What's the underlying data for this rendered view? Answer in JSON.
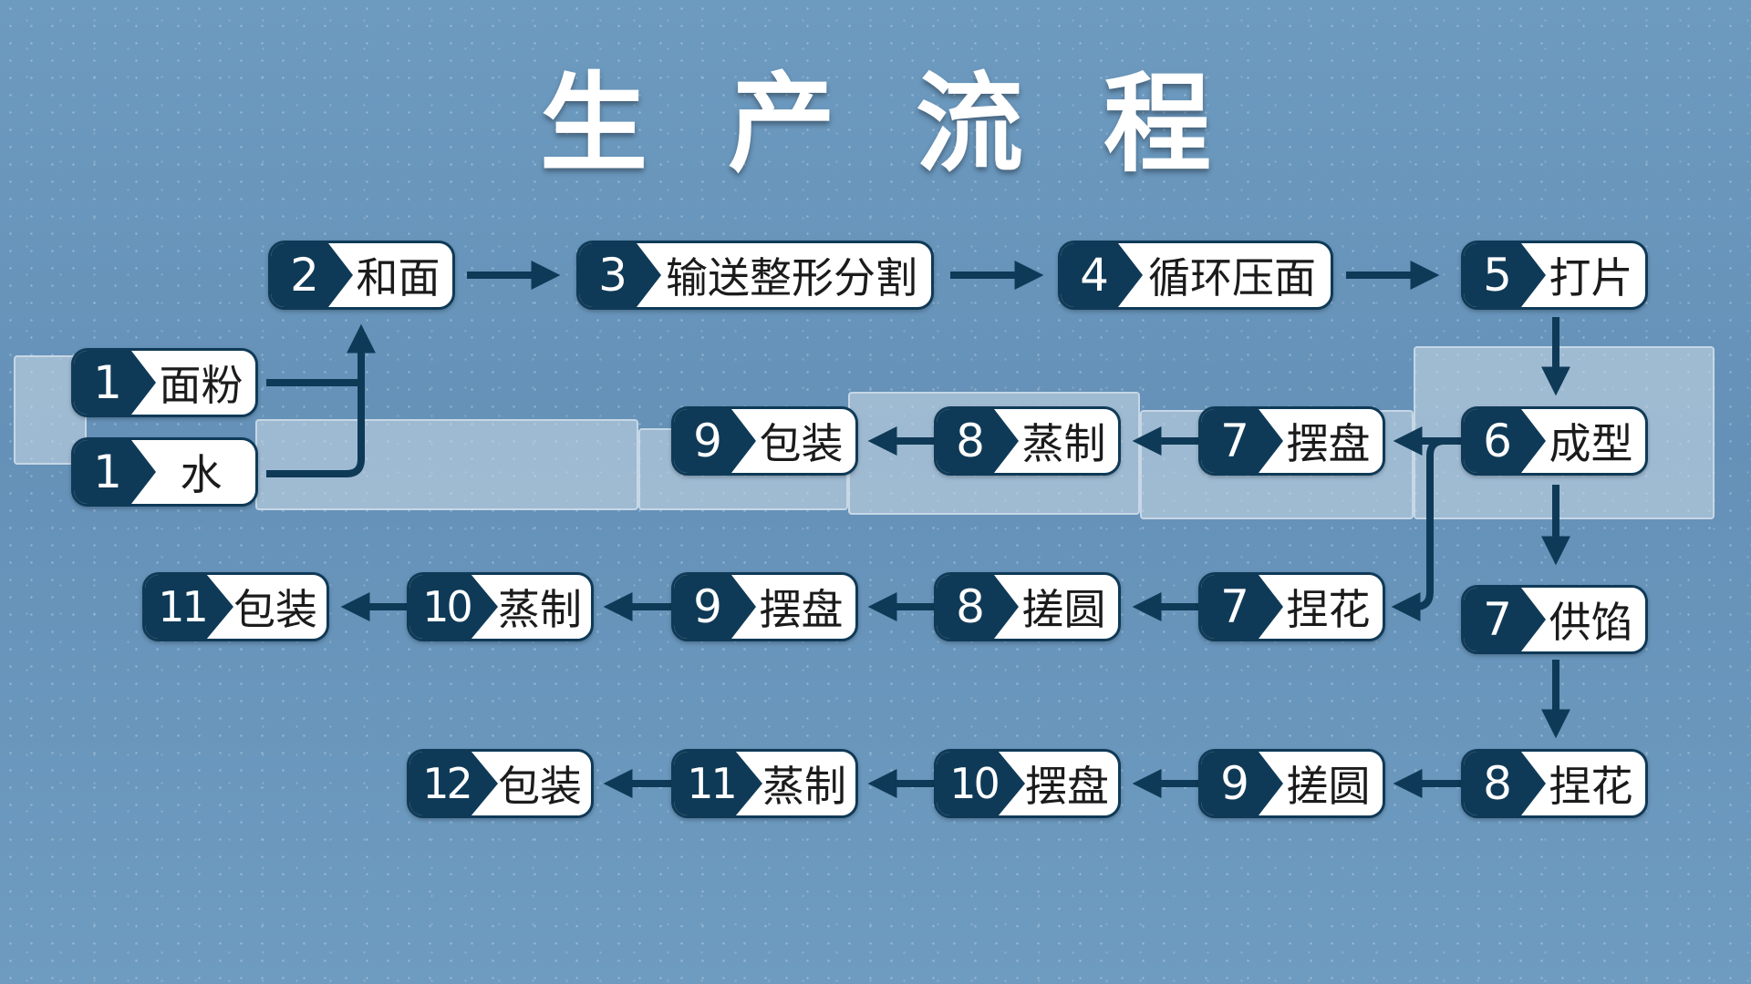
{
  "title": [
    "生",
    "产",
    "流",
    "程"
  ],
  "colors": {
    "node_dark": "#0f3a57",
    "node_fill": "#ffffff",
    "arrow": "#0f3a57"
  },
  "nodes": [
    {
      "id": "flour",
      "num": "1",
      "label": "面粉"
    },
    {
      "id": "water",
      "num": "1",
      "label": "水"
    },
    {
      "id": "mix",
      "num": "2",
      "label": "和面"
    },
    {
      "id": "convey",
      "num": "3",
      "label": "输送整形分割"
    },
    {
      "id": "press",
      "num": "4",
      "label": "循环压面"
    },
    {
      "id": "sheet",
      "num": "5",
      "label": "打片"
    },
    {
      "id": "form",
      "num": "6",
      "label": "成型"
    },
    {
      "id": "a_plate",
      "num": "7",
      "label": "摆盘"
    },
    {
      "id": "a_steam",
      "num": "8",
      "label": "蒸制"
    },
    {
      "id": "a_pack",
      "num": "9",
      "label": "包装"
    },
    {
      "id": "b_pinch",
      "num": "7",
      "label": "捏花"
    },
    {
      "id": "b_round",
      "num": "8",
      "label": "搓圆"
    },
    {
      "id": "b_plate",
      "num": "9",
      "label": "摆盘"
    },
    {
      "id": "b_steam",
      "num": "10",
      "label": "蒸制"
    },
    {
      "id": "b_pack",
      "num": "11",
      "label": "包装"
    },
    {
      "id": "c_fill",
      "num": "7",
      "label": "供馅"
    },
    {
      "id": "c_pinch",
      "num": "8",
      "label": "捏花"
    },
    {
      "id": "c_round",
      "num": "9",
      "label": "搓圆"
    },
    {
      "id": "c_plate",
      "num": "10",
      "label": "摆盘"
    },
    {
      "id": "c_steam",
      "num": "11",
      "label": "蒸制"
    },
    {
      "id": "c_pack",
      "num": "12",
      "label": "包装"
    }
  ]
}
